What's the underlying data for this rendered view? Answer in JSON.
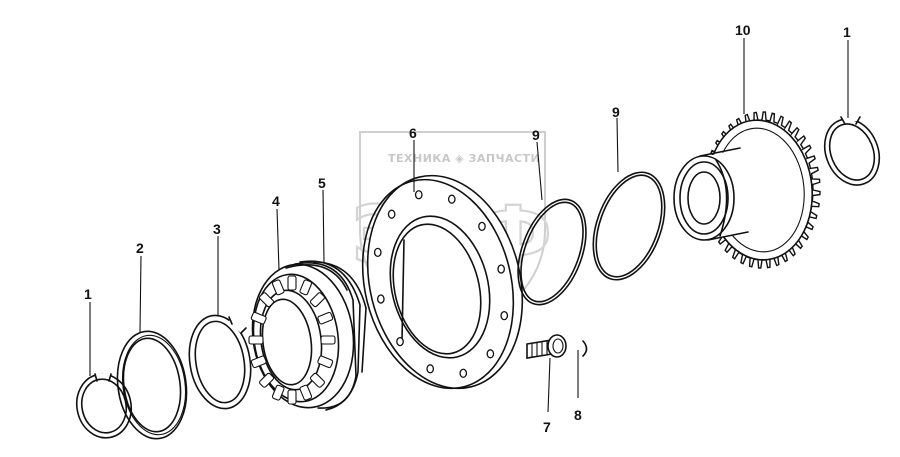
{
  "watermark": {
    "brand_text": "ТЕХНИКА ◈ ЗАПЧАСТИ",
    "logo_letters": "ЭПФ"
  },
  "callouts": [
    {
      "id": "c1a",
      "label": "1"
    },
    {
      "id": "c2",
      "label": "2"
    },
    {
      "id": "c3",
      "label": "3"
    },
    {
      "id": "c4",
      "label": "4"
    },
    {
      "id": "c5",
      "label": "5"
    },
    {
      "id": "c6",
      "label": "6"
    },
    {
      "id": "c9a",
      "label": "9"
    },
    {
      "id": "c9b",
      "label": "9"
    },
    {
      "id": "c10",
      "label": "10"
    },
    {
      "id": "c1b",
      "label": "1"
    },
    {
      "id": "c7",
      "label": "7"
    },
    {
      "id": "c8",
      "label": "8"
    }
  ]
}
